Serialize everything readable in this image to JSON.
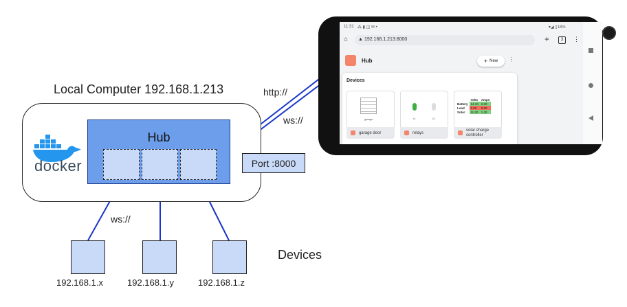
{
  "local_computer": {
    "label": "Local Computer 192.168.1.213"
  },
  "docker": {
    "logo_text": "docker",
    "color": "#2496ed"
  },
  "hub": {
    "label": "Hub",
    "color": "#6d9eeb"
  },
  "port": {
    "label": "Port :8000"
  },
  "connections": {
    "http": "http://",
    "ws_phone": "ws://",
    "ws_devices": "ws://"
  },
  "devices": {
    "label": "Devices",
    "ips": [
      "192.168.1.x",
      "192.168.1.y",
      "192.168.1.z"
    ]
  },
  "phone": {
    "status_time": "11:31",
    "status_icons": "⁂ ▮ ◫ ✉ •",
    "battery": "▾◢ ▯18%",
    "url": "192.168.1.213:8000",
    "tab_count": "3",
    "app_title": "Hub",
    "new_button": "New",
    "devices_heading": "Devices",
    "cards": [
      {
        "name": "garage door",
        "thumb_label": "garage"
      },
      {
        "name": "relays",
        "relay_labels": [
          "r1",
          "r2"
        ]
      },
      {
        "name": "solar charge controller"
      }
    ],
    "solar_table": {
      "headers": [
        "",
        "Volts",
        "Amps"
      ],
      "rows": [
        {
          "label": "Battery",
          "volts": "14.10",
          "amps": "3.30"
        },
        {
          "label": "Load",
          "volts": "0.00",
          "amps": "0.00"
        },
        {
          "label": "Solar",
          "volts": "11.30",
          "amps": "1.30"
        }
      ]
    }
  }
}
